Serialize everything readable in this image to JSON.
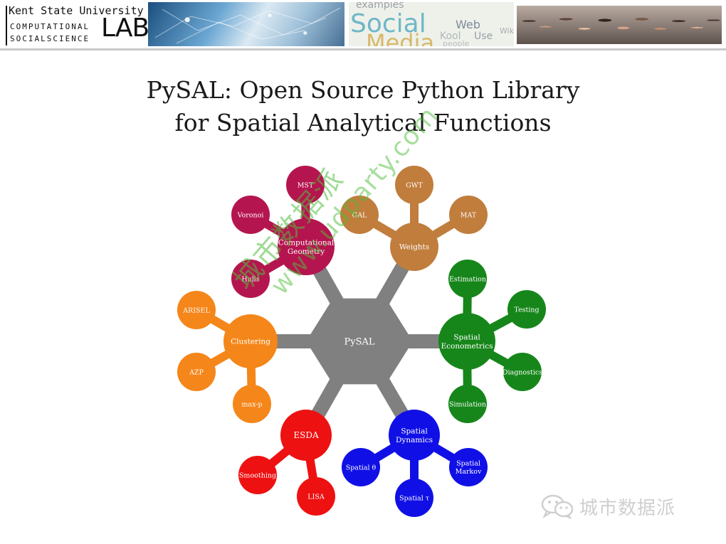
{
  "header": {
    "logo": {
      "university": "Kent State University",
      "line1": "COMPUTATIONAL",
      "line2": "SOCIALSCIENCE",
      "lab": "LAB"
    },
    "banner_words": [
      "examples",
      "Social",
      "Media",
      "Web",
      "Use",
      "Wiki",
      "Kool",
      "people"
    ]
  },
  "title": {
    "line1": "PySAL: Open Source Python Library",
    "line2": "for Spatial Analytical Functions"
  },
  "mindmap": {
    "center": {
      "label": "PySAL",
      "color": "#808080"
    },
    "branches": [
      {
        "id": "geometry",
        "label_lines": [
          "Computational",
          "Geometry"
        ],
        "color": "#b5154f",
        "children": [
          {
            "label": "MST"
          },
          {
            "label": "Voronoi"
          },
          {
            "label": "Hulls"
          }
        ]
      },
      {
        "id": "weights",
        "label_lines": [
          "Weights"
        ],
        "color": "#c07d3c",
        "children": [
          {
            "label": "GWT"
          },
          {
            "label": "GAL"
          },
          {
            "label": "MAT"
          }
        ]
      },
      {
        "id": "econometrics",
        "label_lines": [
          "Spatial",
          "Econometrics"
        ],
        "color": "#16861a",
        "children": [
          {
            "label": "Estimation"
          },
          {
            "label": "Testing"
          },
          {
            "label": "Diagnostics"
          },
          {
            "label": "Simulation"
          }
        ]
      },
      {
        "id": "dynamics",
        "label_lines": [
          "Spatial",
          "Dynamics"
        ],
        "color": "#1010e6",
        "children": [
          {
            "label": "Spatial Markov",
            "lines": [
              "Spatial",
              "Markov"
            ]
          },
          {
            "label": "Spatial τ"
          },
          {
            "label": "Spatial θ"
          }
        ]
      },
      {
        "id": "esda",
        "label_lines": [
          "ESDA"
        ],
        "color": "#ee1111",
        "children": [
          {
            "label": "LISA"
          },
          {
            "label": "Smoothing"
          }
        ]
      },
      {
        "id": "clustering",
        "label_lines": [
          "Clustering"
        ],
        "color": "#f4861a",
        "children": [
          {
            "label": "max-p"
          },
          {
            "label": "AZP"
          },
          {
            "label": "ARISEL"
          }
        ]
      }
    ]
  },
  "watermark": {
    "cn": "城市数据派",
    "url": "www.udparty.com"
  },
  "wechat": {
    "name": "城市数据派",
    "icon": "wechat-icon"
  }
}
